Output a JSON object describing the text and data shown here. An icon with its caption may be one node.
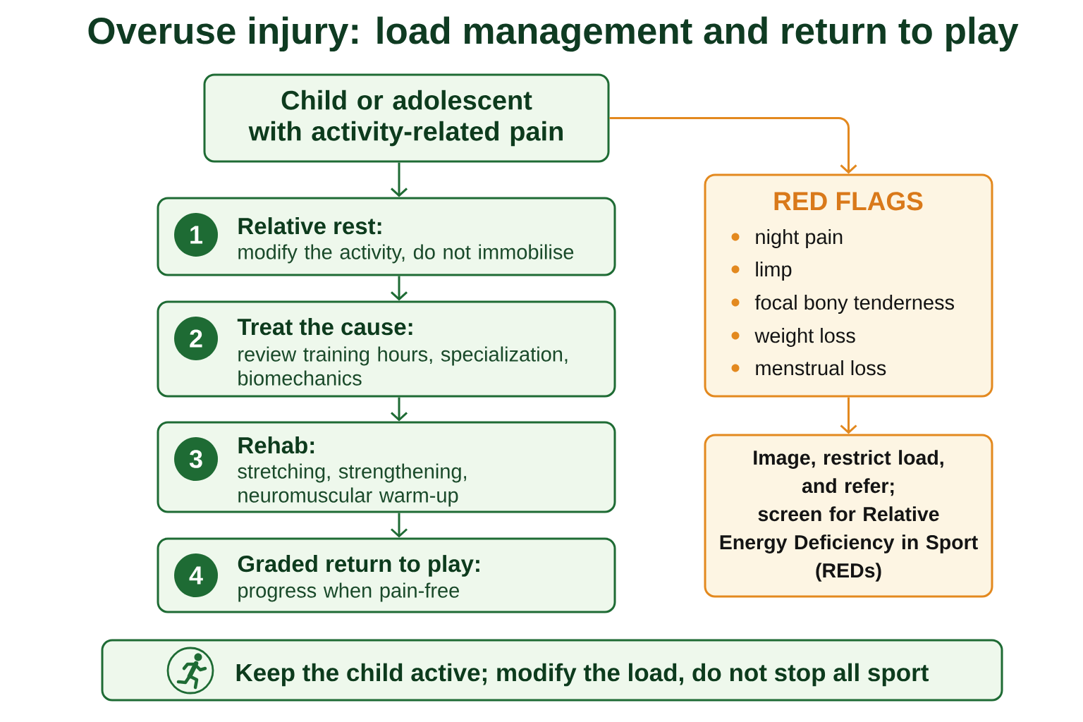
{
  "diagram": {
    "title": "Overuse injury: load management and return to play",
    "nodes": [
      {
        "text": [
          "Child or adolescent with activity-related pain"
        ]
      },
      {
        "text": [
          "Relative rest:",
          "modify the activity, do not immobilise"
        ]
      },
      {
        "text": [
          "1"
        ],
        "in": 1
      },
      {
        "text": [
          "Treat the cause:",
          "review training hours, specialization, biomechanics"
        ]
      },
      {
        "text": [
          "2"
        ],
        "in": 3
      },
      {
        "text": [
          "Rehab:",
          "stretching, strengthening, neuromuscular warm-up"
        ]
      },
      {
        "text": [
          "3"
        ],
        "in": 5
      },
      {
        "text": [
          "Graded return to play:",
          "progress when pain-free"
        ]
      },
      {
        "text": [
          "4"
        ],
        "in": 7
      },
      {
        "text": [
          "RED FLAGS",
          "night pain",
          "limp",
          "focal bony tenderness",
          "weight loss",
          "menstrual loss"
        ]
      },
      {
        "text": [
          "Image, restrict load, and refer; screen for Relative Energy Deficiency in Sport (REDs)"
        ]
      },
      {
        "text": [
          "Keep the child active; modify the load, do not stop all sport"
        ]
      }
    ],
    "edges": [
      {
        "from": 0,
        "to": 1,
        "arrow": "to"
      },
      {
        "from": 1,
        "to": 3,
        "arrow": "to"
      },
      {
        "from": 3,
        "to": 5,
        "arrow": "to"
      },
      {
        "from": 5,
        "to": 7,
        "arrow": "to"
      },
      {
        "from": 0,
        "to": 9,
        "arrow": "to",
        "color": "#e3891f"
      },
      {
        "from": 9,
        "to": 10,
        "arrow": "to",
        "color": "#e3891f"
      }
    ]
  }
}
